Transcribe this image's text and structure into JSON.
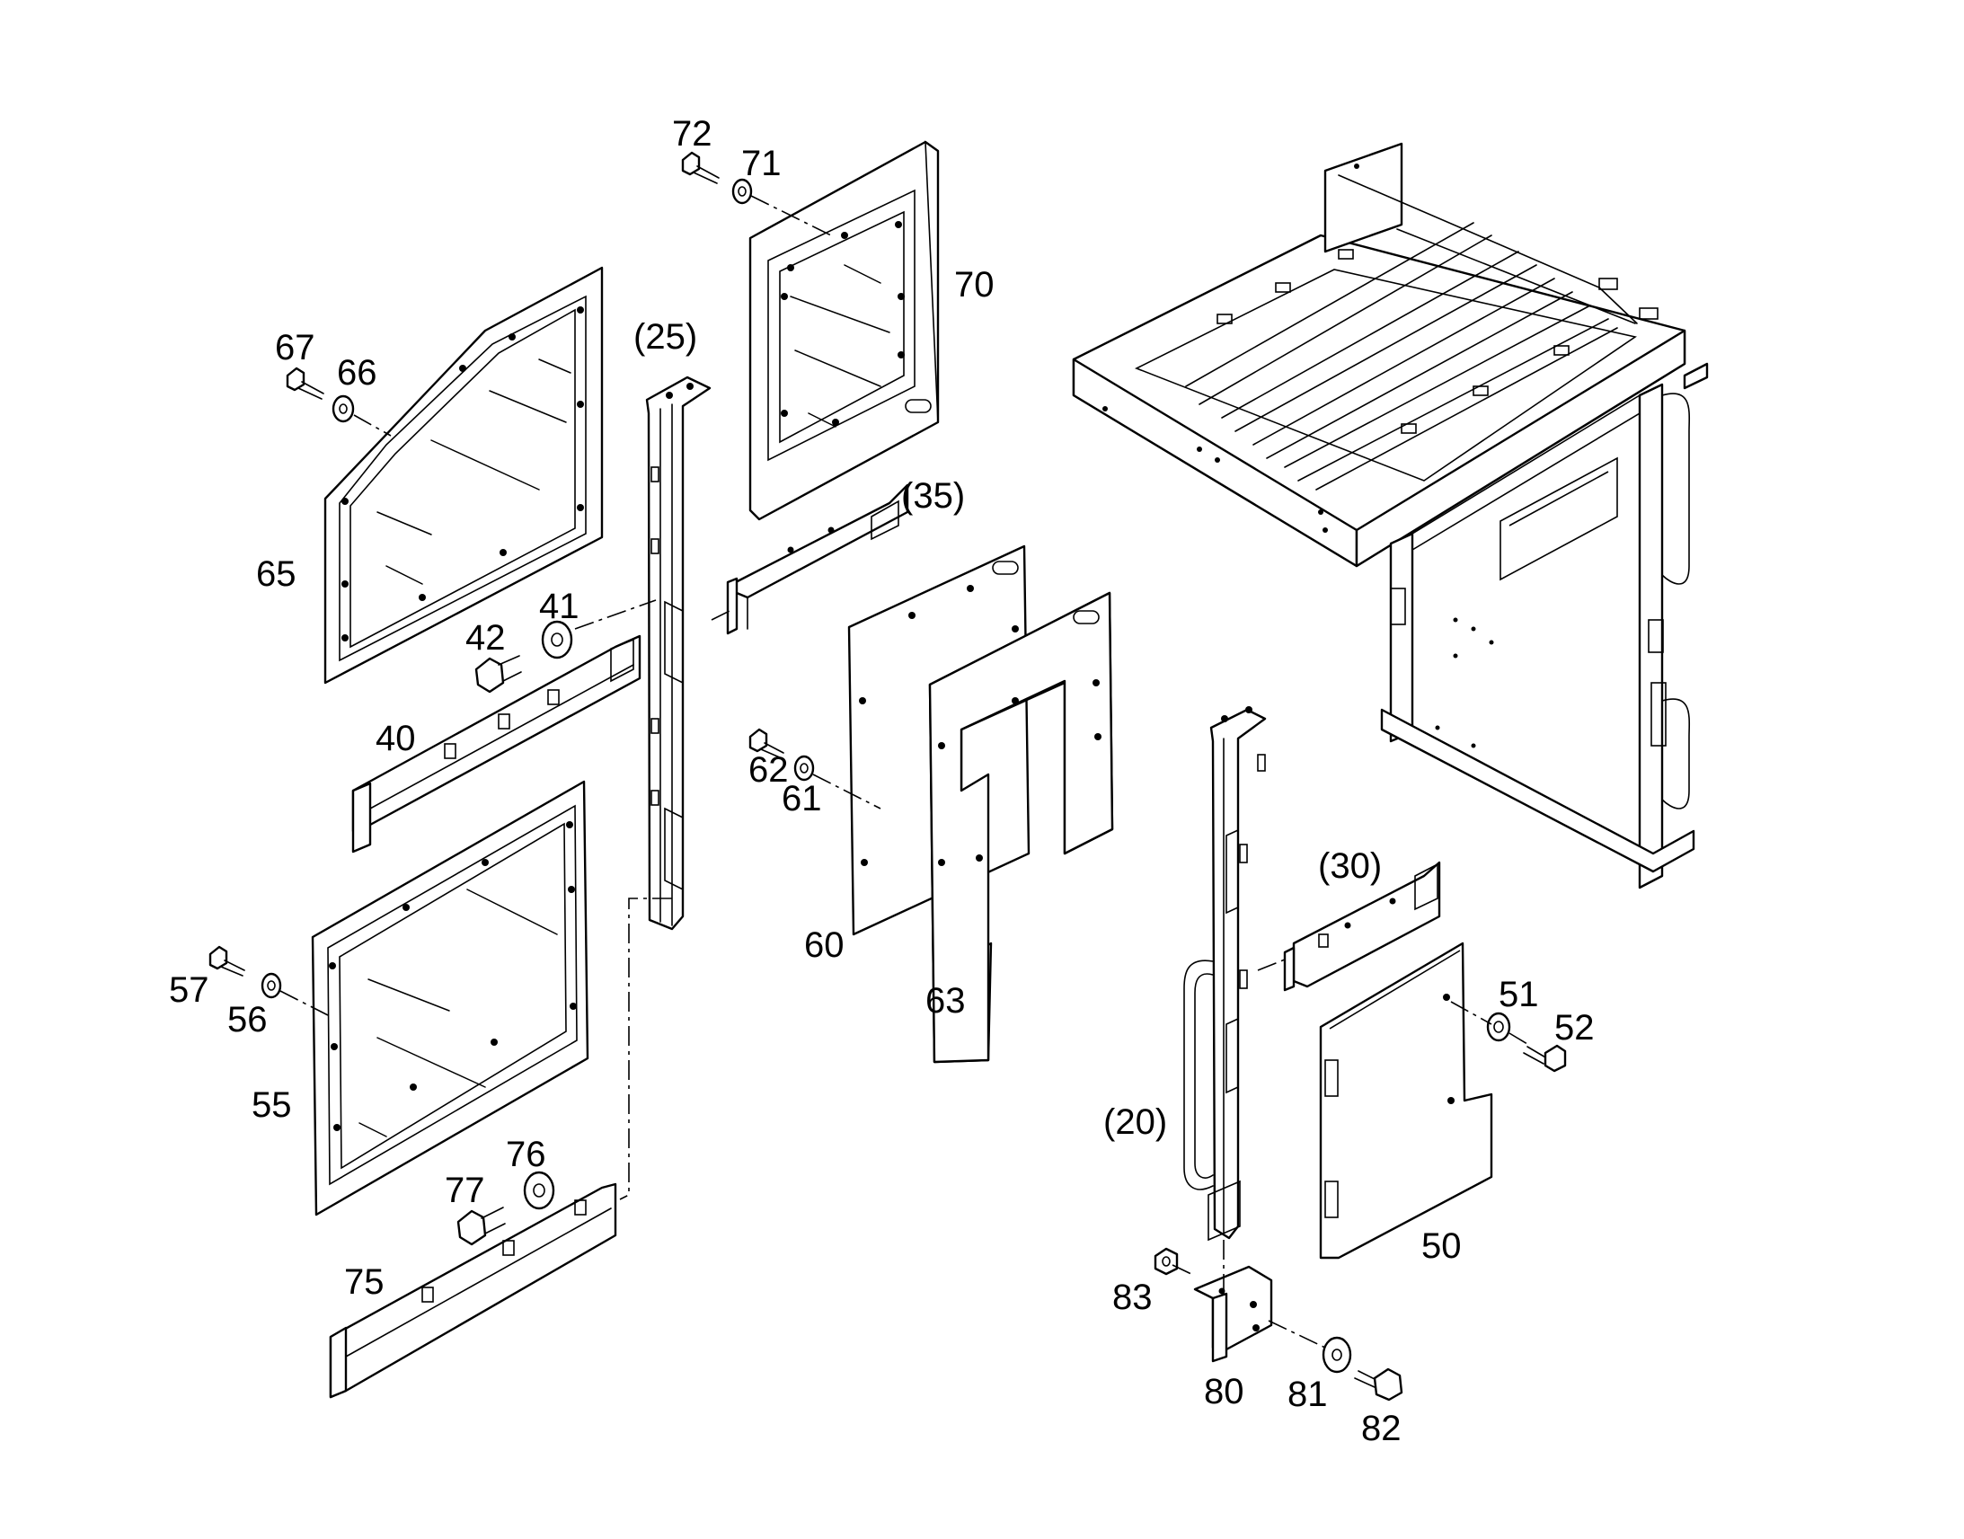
{
  "diagram": {
    "labels": {
      "l72": "72",
      "l71": "71",
      "l70": "70",
      "l67": "67",
      "l66": "66",
      "l65": "65",
      "l25": "(25)",
      "l35": "(35)",
      "l42": "42",
      "l41": "41",
      "l40": "40",
      "l62": "62",
      "l61": "61",
      "l60": "60",
      "l63": "63",
      "l57": "57",
      "l56": "56",
      "l55": "55",
      "l77": "77",
      "l76": "76",
      "l75": "75",
      "l30": "(30)",
      "l20": "(20)",
      "l51": "51",
      "l52": "52",
      "l50": "50",
      "l83": "83",
      "l80": "80",
      "l81": "81",
      "l82": "82"
    }
  }
}
